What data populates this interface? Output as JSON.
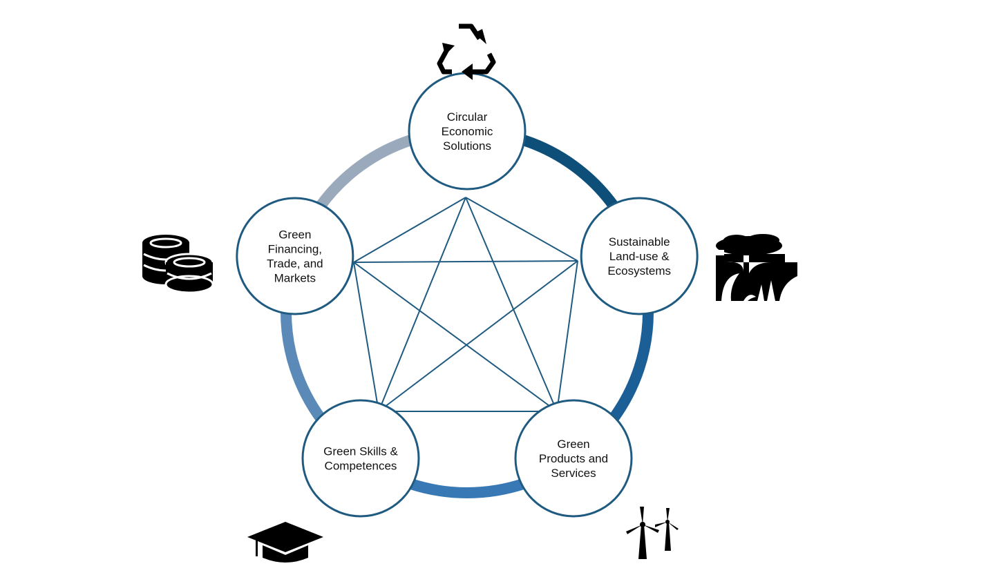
{
  "diagram": {
    "colors": {
      "edge": "#1f5a80",
      "node_border": "#1f5a80",
      "ring_top_right": "#0e4f7a",
      "ring_right": "#1b5f96",
      "ring_bottom": "#3878b4",
      "ring_left": "#5b8ab8",
      "ring_top_left": "#9aa9bc",
      "icon": "#000000"
    },
    "nodes": [
      {
        "id": "circular",
        "lines": [
          "Circular",
          "Economic",
          "Solutions"
        ],
        "icon": "recycle-icon"
      },
      {
        "id": "land",
        "lines": [
          "Sustainable",
          "Land-use &",
          "Ecosystems"
        ],
        "icon": "tree-landscape-icon"
      },
      {
        "id": "products",
        "lines": [
          "Green",
          "Products and",
          "Services"
        ],
        "icon": "wind-turbine-icon"
      },
      {
        "id": "skills",
        "lines": [
          "Green Skills &",
          "Competences"
        ],
        "icon": "graduation-cap-icon"
      },
      {
        "id": "financing",
        "lines": [
          "Green",
          "Financing,",
          "Trade, and",
          "Markets"
        ],
        "icon": "coins-icon"
      }
    ],
    "connections": "all-pairs"
  }
}
